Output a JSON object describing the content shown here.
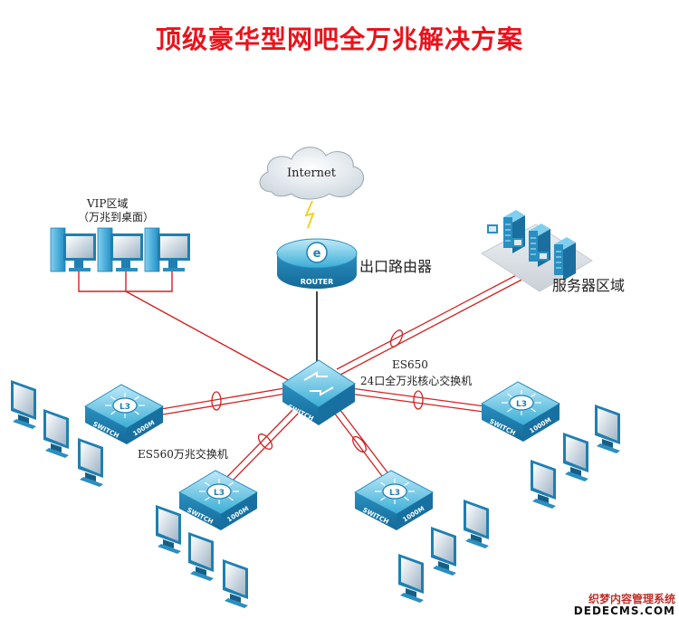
{
  "title": "顶级豪华型网吧全万兆解决方案",
  "nodes": {
    "internet": "Internet",
    "router_badge": "ROUTER",
    "router_label": "出口路由器",
    "vip_line1": "VIP区域",
    "vip_line2": "（万兆到桌面）",
    "server_label": "服务器区域",
    "core_line1": "ES650",
    "core_line2": "24口全万兆核心交换机",
    "edge_label": "ES560万兆交换机",
    "switch_badge": "SWITCH",
    "speed_badge": "1000M",
    "l3_badge": "L3"
  },
  "colors": {
    "title": "#e8131b",
    "link": "#d42020",
    "uplink": "#111111",
    "device": "#3ab0d8"
  },
  "watermark": {
    "line1": "织梦内容管理系统",
    "line2": "DEDECMS.COM"
  }
}
